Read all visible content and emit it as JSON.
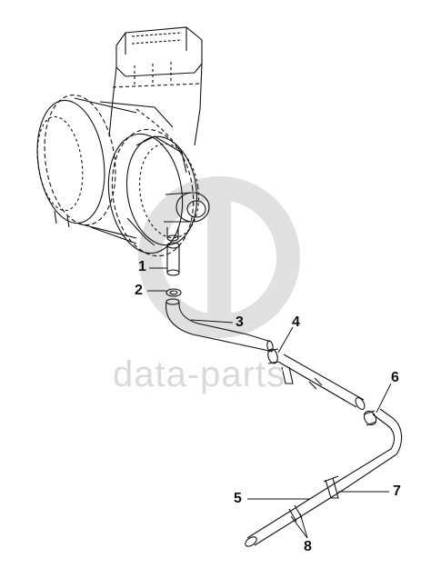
{
  "watermark": {
    "text": "data-parts"
  },
  "callouts": [
    {
      "id": "1",
      "label": "1"
    },
    {
      "id": "2",
      "label": "2"
    },
    {
      "id": "3",
      "label": "3"
    },
    {
      "id": "4",
      "label": "4"
    },
    {
      "id": "5",
      "label": "5"
    },
    {
      "id": "6",
      "label": "6"
    },
    {
      "id": "7",
      "label": "7"
    },
    {
      "id": "8",
      "label": "8"
    }
  ],
  "colors": {
    "line": "#111111",
    "watermark": "#d9d9d9",
    "background": "#ffffff"
  }
}
